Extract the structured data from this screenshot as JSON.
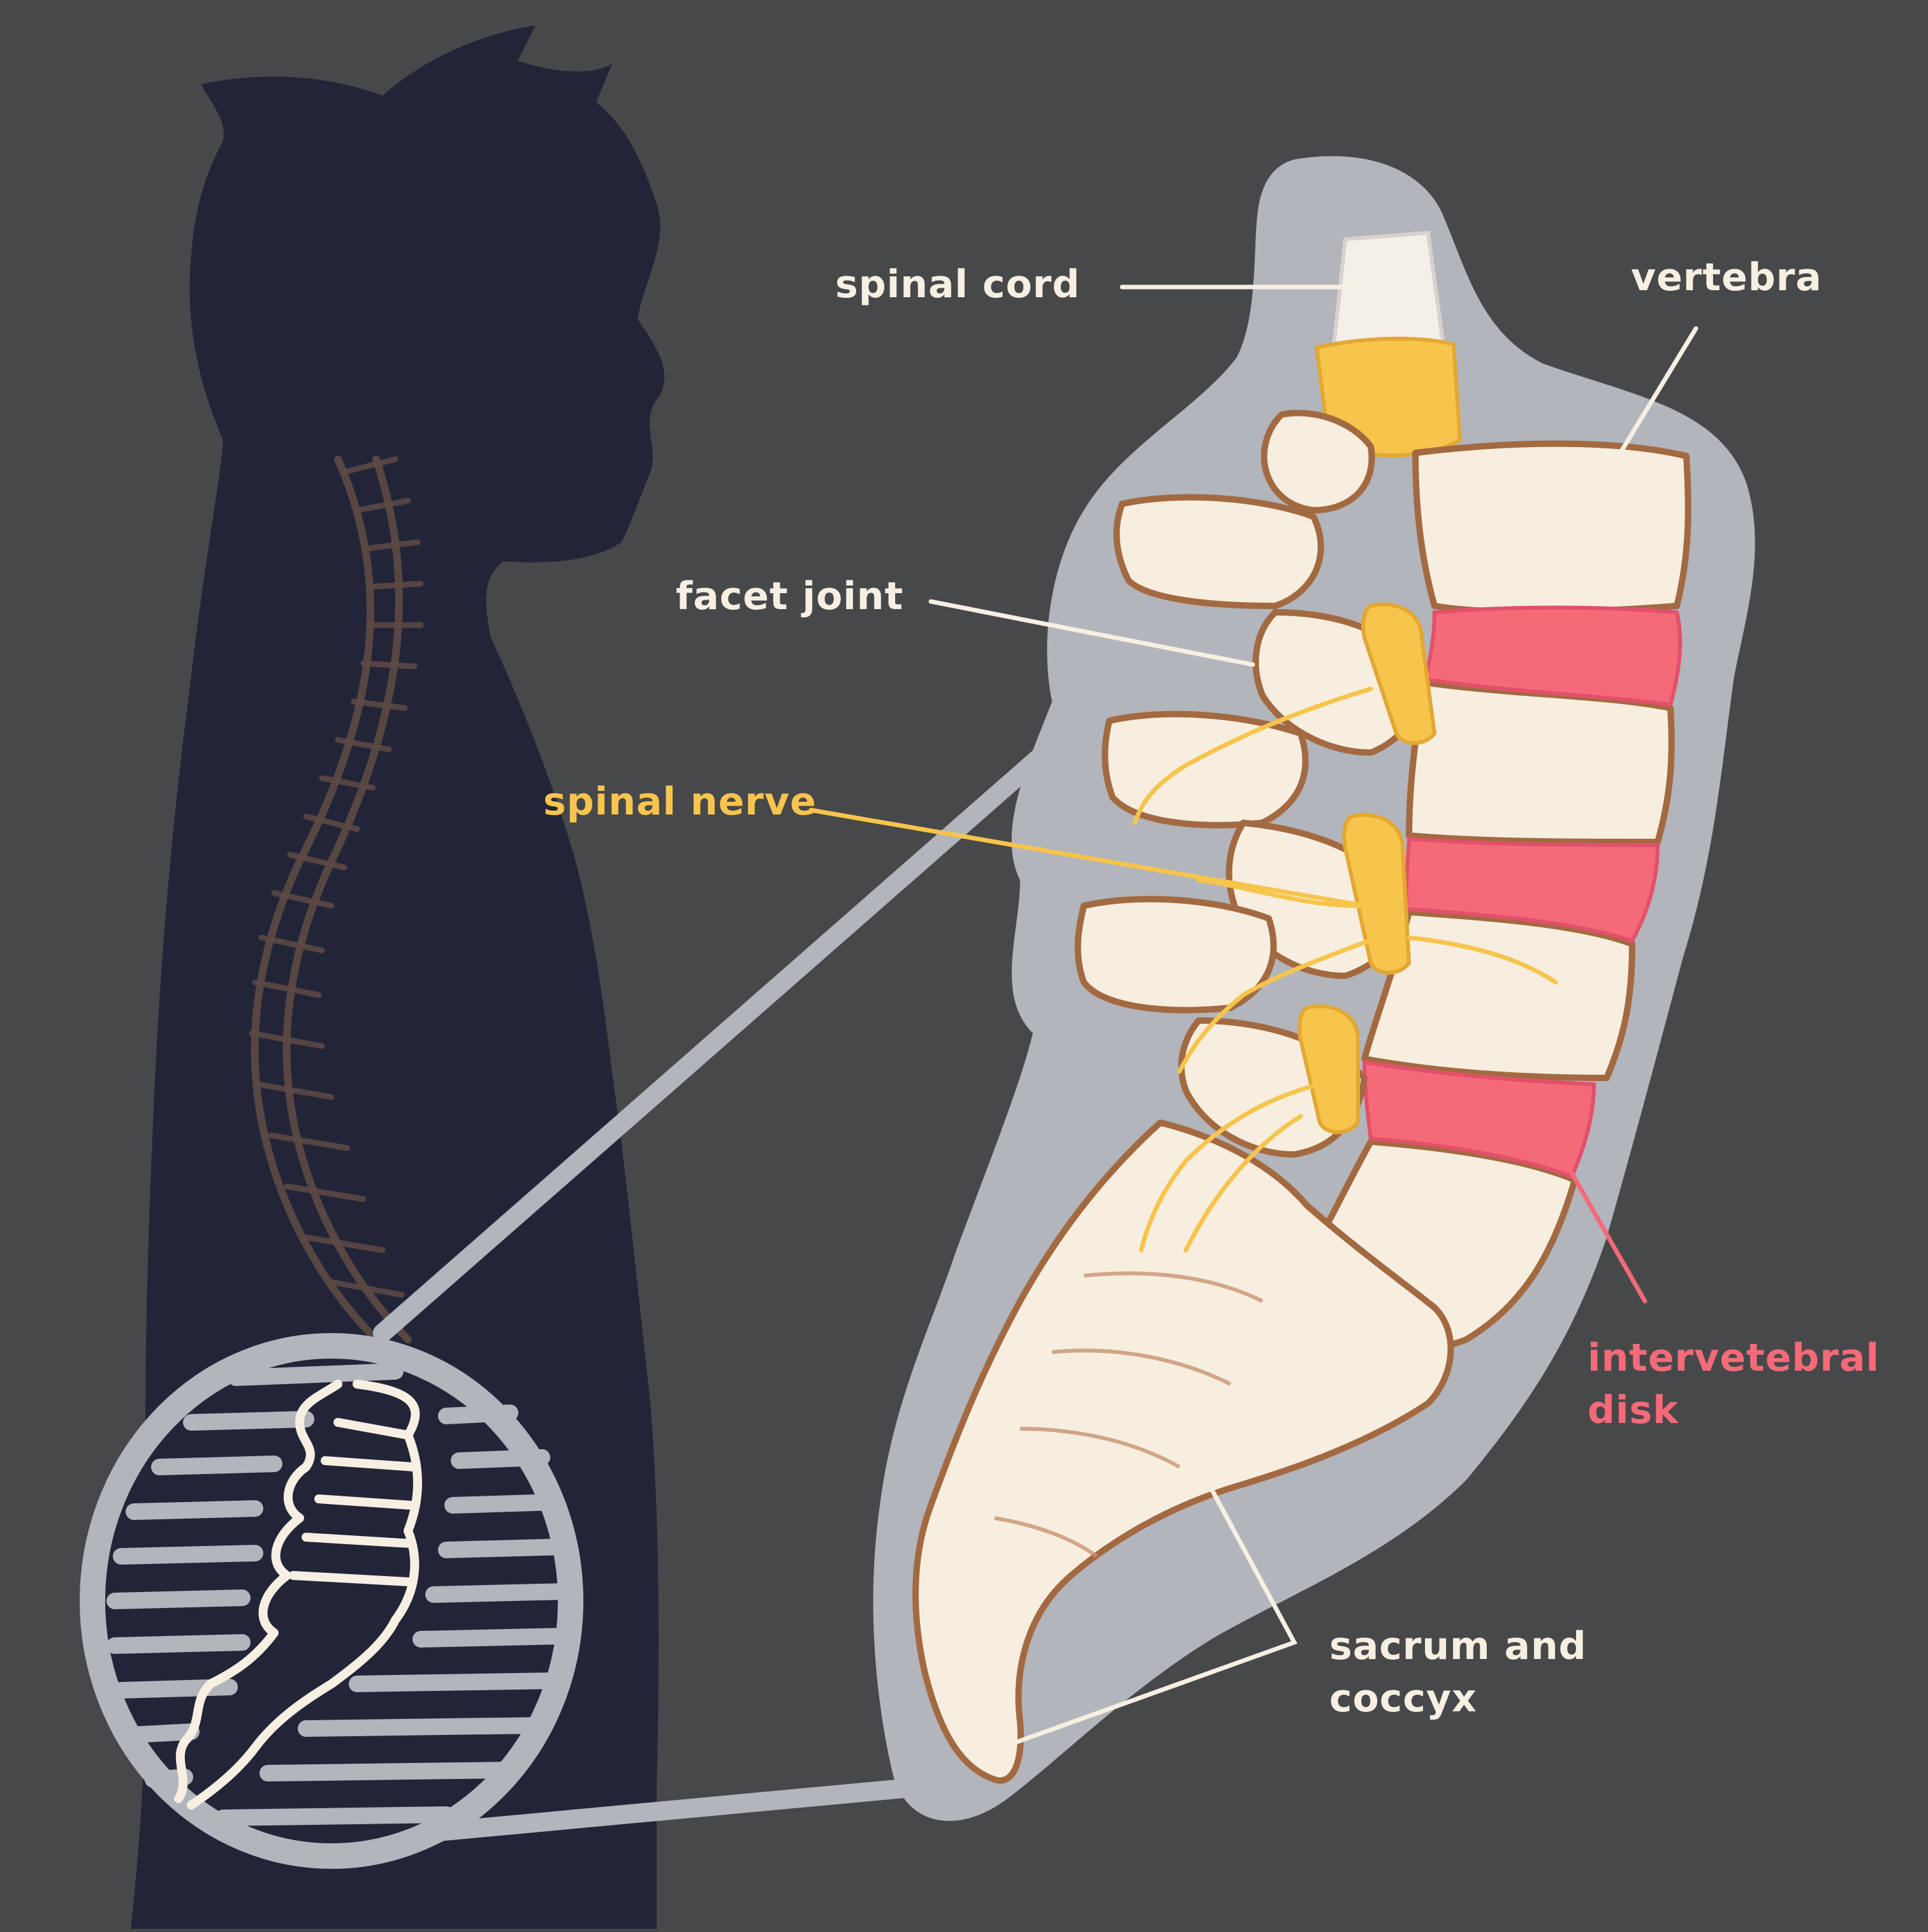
{
  "colors": {
    "background": "#47484a",
    "silhouette": "#222538",
    "halo": "#b2b5bb",
    "bone": "#f7eedf",
    "bone_outline": "#a36a42",
    "nerve": "#f7c44c",
    "disk": "#f46a78",
    "label_cream": "#f6efe2",
    "label_yellow": "#f7c44c",
    "label_pink": "#f46a78"
  },
  "labels": {
    "spinal_cord": "spinal cord",
    "vertebra": "vertebra",
    "facet_joint": "facet joint",
    "spinal_nerve": "spinal nerve",
    "intervertebral_disk": [
      "intervetebral",
      "disk"
    ],
    "sacrum_coccyx": [
      "sacrum and",
      "coccyx"
    ]
  }
}
